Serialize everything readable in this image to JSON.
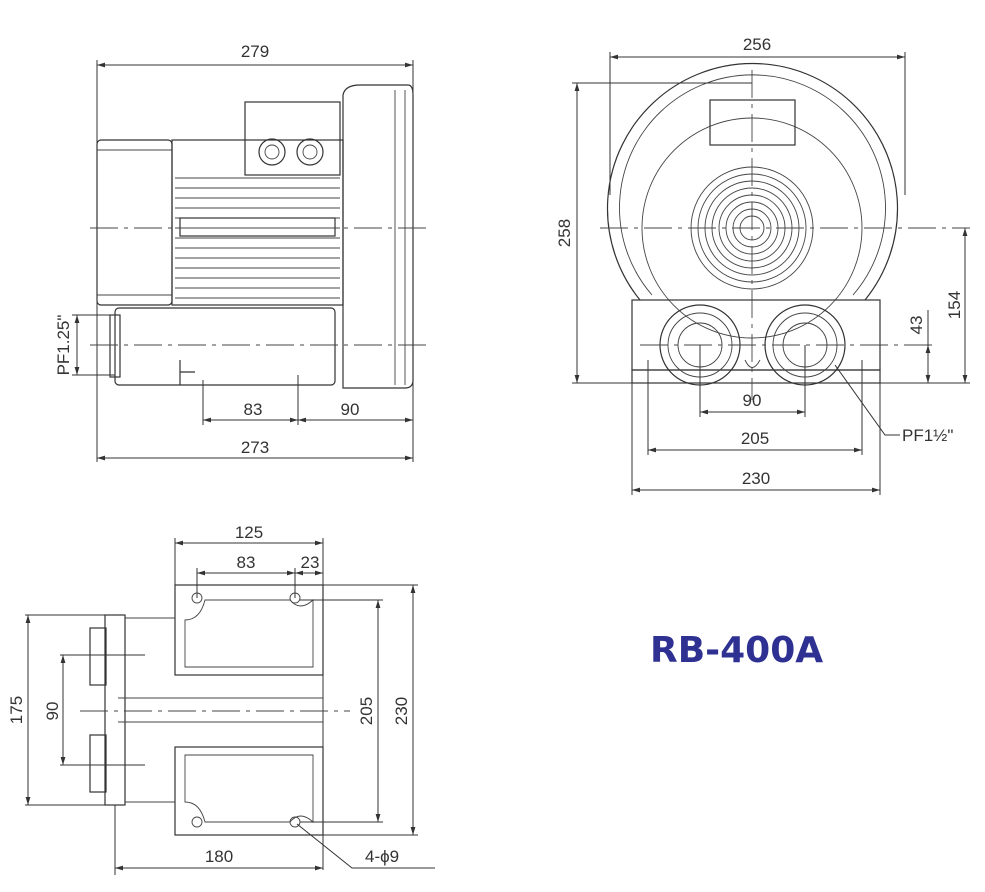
{
  "model": "RB-400A",
  "title_color": "#2e3192",
  "side_view": {
    "overall_length": "279",
    "base_length": "273",
    "mount_spacing": "83",
    "mount_to_end": "90",
    "port_size": "PF1.25\""
  },
  "front_view": {
    "width": "256",
    "height": "258",
    "center_height": "154",
    "port_height": "43",
    "port_spacing": "90",
    "hole_spacing": "205",
    "base_width": "230",
    "port_size": "PF1½\""
  },
  "bottom_view": {
    "base_depth": "125",
    "hole_spacing_x": "83",
    "hole_offset": "23",
    "flange_height": "175",
    "port_spacing": "90",
    "hole_spacing_y": "205",
    "base_width": "230",
    "overall_depth": "180",
    "holes": "4-ϕ9"
  }
}
